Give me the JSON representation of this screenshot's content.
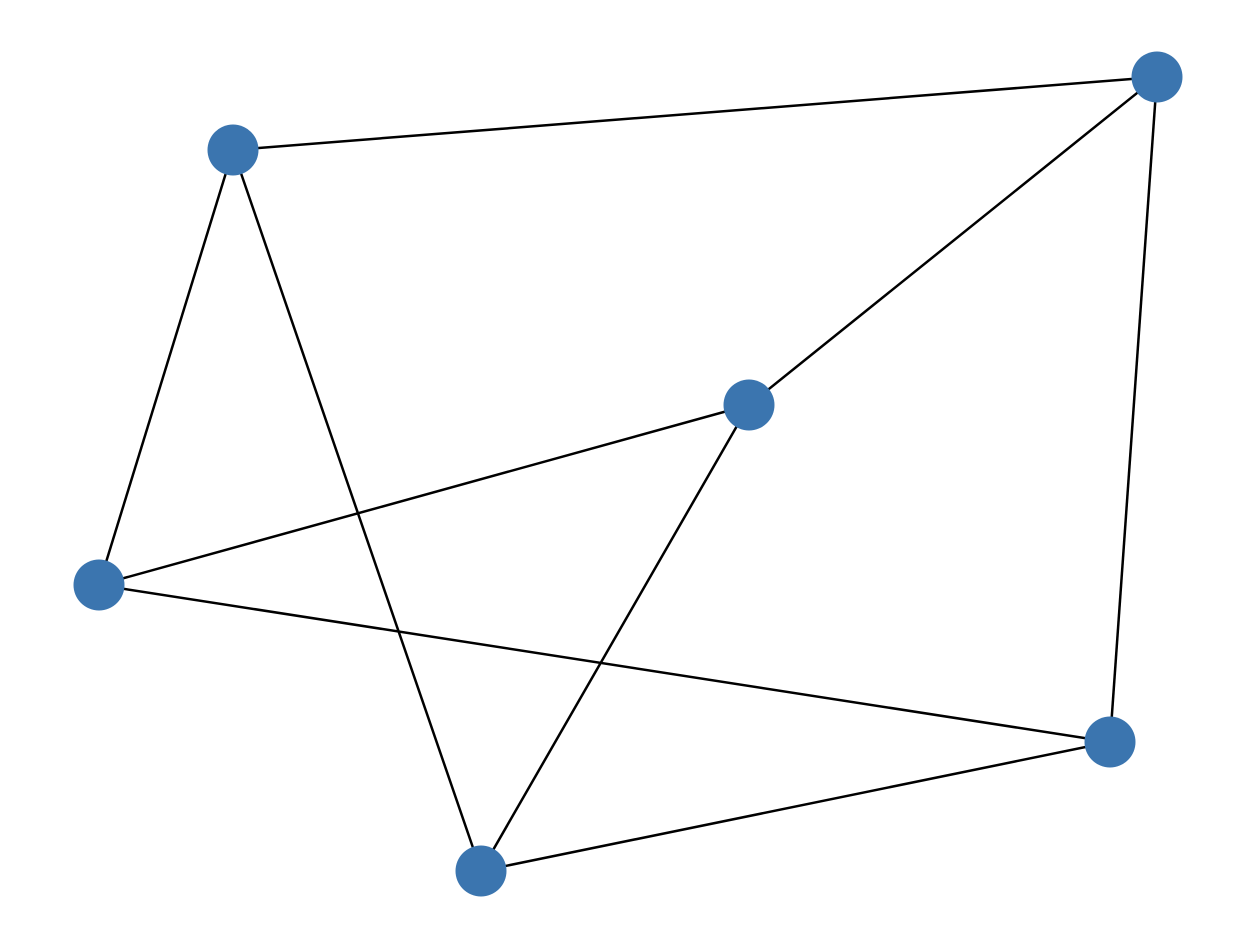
{
  "graph": {
    "node_color": "#3b75af",
    "edge_color": "#000000",
    "background": "#ffffff",
    "nodes": [
      "n0",
      "n1",
      "n2",
      "n3",
      "n4",
      "n5"
    ],
    "edges": [
      [
        "n0",
        "n1"
      ],
      [
        "n0",
        "n3"
      ],
      [
        "n0",
        "n5"
      ],
      [
        "n1",
        "n2"
      ],
      [
        "n1",
        "n4"
      ],
      [
        "n2",
        "n3"
      ],
      [
        "n2",
        "n5"
      ],
      [
        "n3",
        "n4"
      ],
      [
        "n4",
        "n5"
      ]
    ]
  }
}
